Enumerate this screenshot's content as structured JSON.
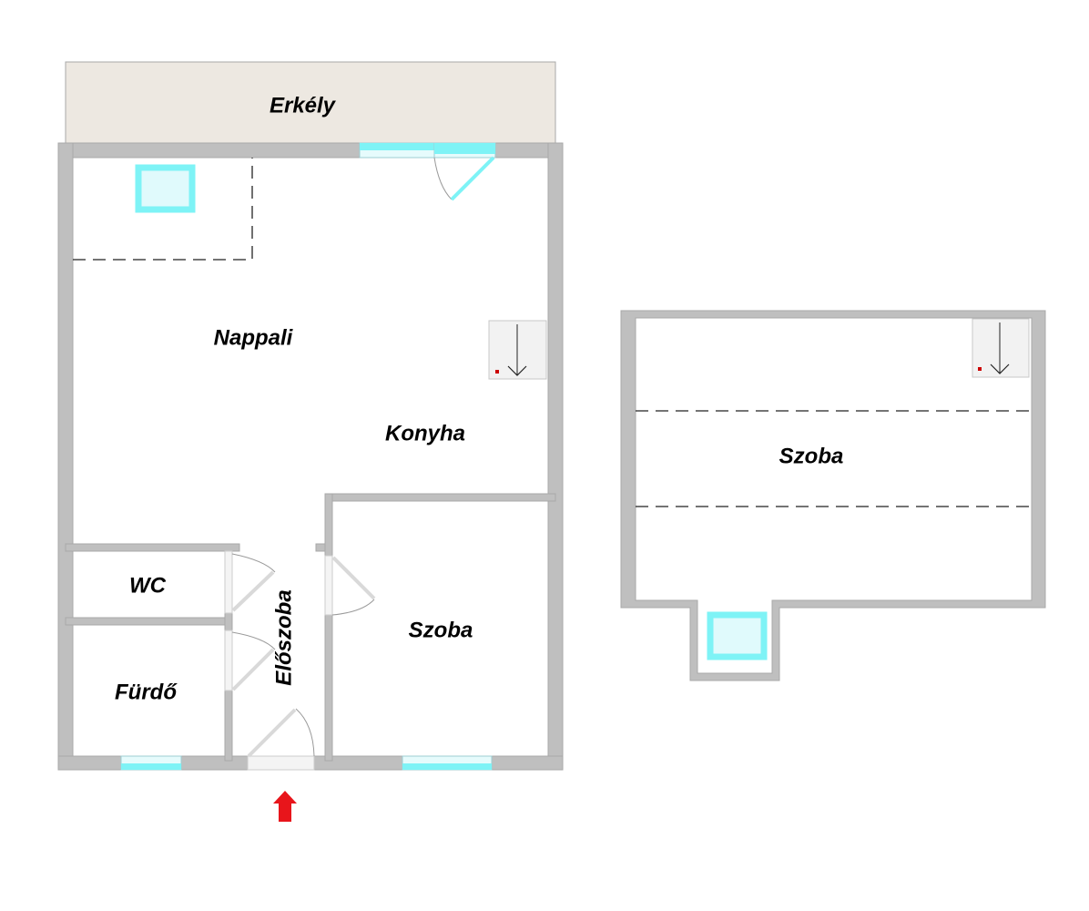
{
  "plan": {
    "ground_floor": {
      "rooms": {
        "balcony": "Erkély",
        "living_room": "Nappali",
        "kitchen": "Konyha",
        "wc": "WC",
        "bathroom": "Fürdő",
        "hallway": "Előszoba",
        "bedroom": "Szoba"
      }
    },
    "upper_floor": {
      "rooms": {
        "bedroom": "Szoba"
      }
    },
    "colors": {
      "wall": "#bfbfbf",
      "window": "#7ef3f6",
      "balcony": "#ede8e1",
      "entry_arrow": "#e8151b"
    }
  }
}
